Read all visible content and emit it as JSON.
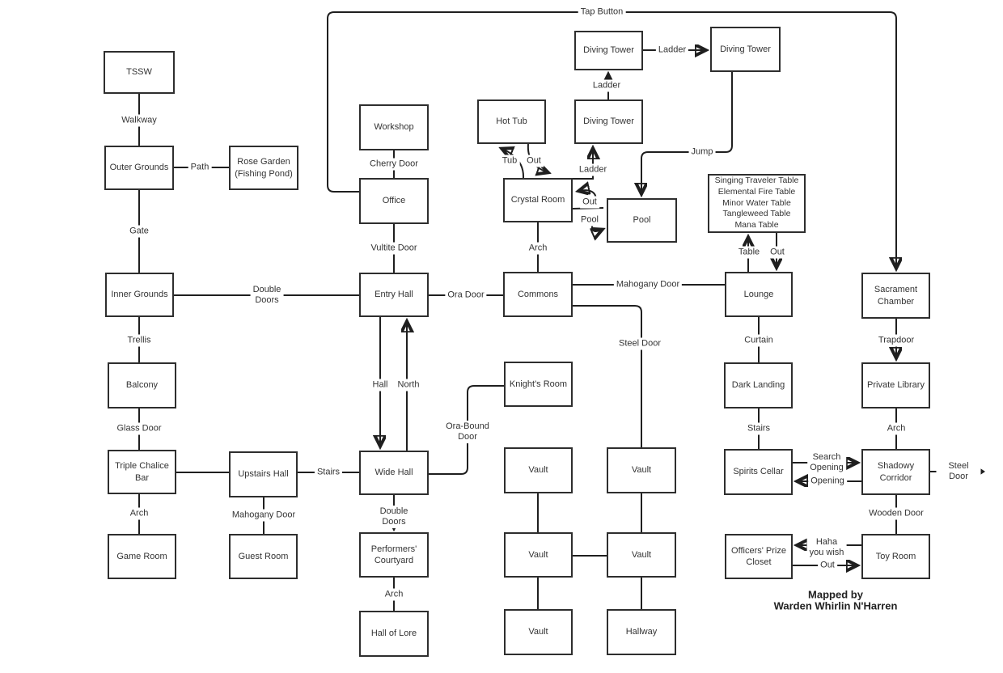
{
  "colors": {
    "line": "#1f1f1f",
    "box_border": "#2e2e2e",
    "text": "#333333",
    "bg": "#ffffff"
  },
  "credit": {
    "line1": "Mapped by",
    "line2": "Warden Whirlin N'Harren"
  },
  "rooms": {
    "tssw": "TSSW",
    "outer_grounds": "Outer Grounds",
    "rose_garden": "Rose Garden\n(Fishing Pond)",
    "inner_grounds": "Inner Grounds",
    "balcony": "Balcony",
    "triple_chalice_bar": "Triple Chalice\nBar",
    "game_room": "Game Room",
    "upstairs_hall": "Upstairs Hall",
    "guest_room": "Guest Room",
    "workshop": "Workshop",
    "office": "Office",
    "entry_hall": "Entry Hall",
    "wide_hall": "Wide Hall",
    "performers_courtyard": "Performers'\nCourtyard",
    "hall_of_lore": "Hall of Lore",
    "hot_tub": "Hot Tub",
    "crystal_room": "Crystal Room",
    "commons": "Commons",
    "knights_room": "Knight's Room",
    "vault_l1": "Vault",
    "vault_l2": "Vault",
    "vault_l3": "Vault",
    "diving_tower_mid": "Diving Tower",
    "diving_tower_low": "Diving Tower",
    "diving_tower_right": "Diving Tower",
    "pool": "Pool",
    "vault_r1": "Vault",
    "vault_r2": "Vault",
    "hallway": "Hallway",
    "tables": "Singing Traveler Table\nElemental Fire Table\nMinor Water Table\nTangleweed Table\nMana Table",
    "lounge": "Lounge",
    "dark_landing": "Dark Landing",
    "spirits_cellar": "Spirits Cellar",
    "officers_prize_closet": "Officers' Prize\nCloset",
    "sacrament_chamber": "Sacrament\nChamber",
    "private_library": "Private Library",
    "shadowy_corridor": "Shadowy\nCorridor",
    "toy_room": "Toy Room"
  },
  "edges": {
    "walkway": "Walkway",
    "path": "Path",
    "gate": "Gate",
    "double_doors_w": "Double\nDoors",
    "trellis": "Trellis",
    "glass_door": "Glass Door",
    "arch_bar": "Arch",
    "mahogany_door_upstairs": "Mahogany Door",
    "stairs_upstairs": "Stairs",
    "cherry_door": "Cherry Door",
    "vultite_door": "Vultite Door",
    "hall": "Hall",
    "north": "North",
    "double_doors_s": "Double\nDoors",
    "arch_courtyard": "Arch",
    "ora_door": "Ora Door",
    "arch_commons": "Arch",
    "ora_bound_door": "Ora-Bound\nDoor",
    "tub": "Tub",
    "out_hot_tub": "Out",
    "ladder_crystal": "Ladder",
    "ladder_towers_v": "Ladder",
    "ladder_towers_h": "Ladder",
    "tap_button": "Tap Button",
    "jump": "Jump",
    "out_pool": "Out",
    "pool": "Pool",
    "mahogany_door_commons": "Mahogany Door",
    "steel_door_vault": "Steel Door",
    "table": "Table",
    "out_lounge": "Out",
    "curtain": "Curtain",
    "stairs_cellar": "Stairs",
    "trapdoor": "Trapdoor",
    "arch_library": "Arch",
    "wooden_door": "Wooden Door",
    "search_opening": "Search\nOpening",
    "opening": "Opening",
    "haha_you_wish": "Haha\nyou wish",
    "out_toy_room": "Out",
    "steel_door_exit": "Steel Door"
  }
}
